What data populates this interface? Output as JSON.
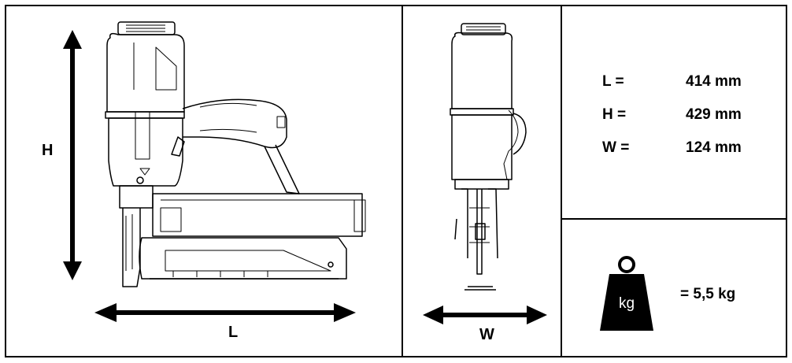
{
  "views": {
    "side": {
      "height_label": "H",
      "length_label": "L"
    },
    "front": {
      "width_label": "W"
    }
  },
  "dimensions": [
    {
      "key": "L =",
      "value": "414 mm"
    },
    {
      "key": "H =",
      "value": "429 mm"
    },
    {
      "key": "W =",
      "value": "124 mm"
    }
  ],
  "weight": {
    "icon_text": "kg",
    "value": "= 5,5 kg"
  },
  "icons": [
    "double-arrow-vertical-icon",
    "double-arrow-horizontal-icon",
    "nailer-side-view",
    "nailer-front-view",
    "weight-icon"
  ]
}
